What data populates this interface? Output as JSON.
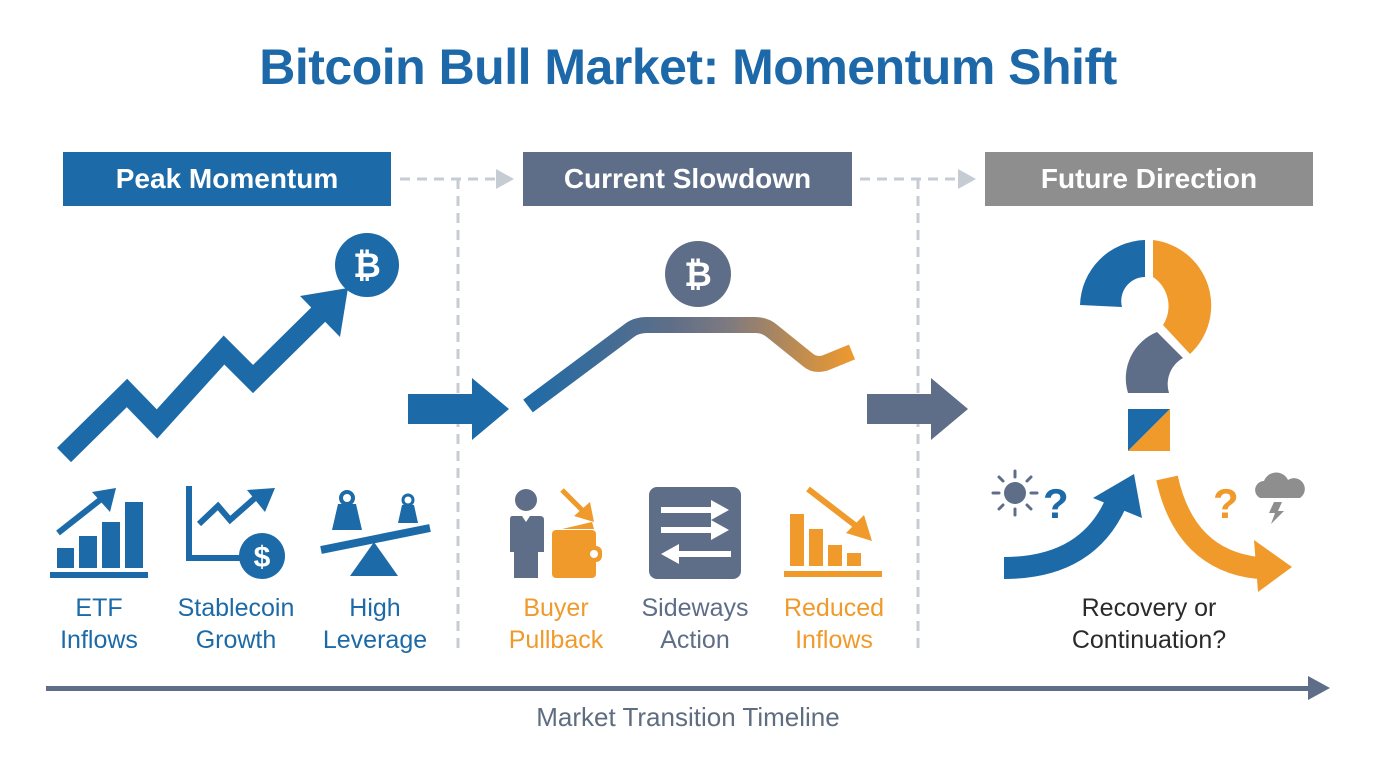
{
  "title": "Bitcoin Bull Market: Momentum Shift",
  "colors": {
    "blue": "#1c6aa8",
    "slate": "#5f6e88",
    "gray": "#8e8e8e",
    "orange": "#f09a2c",
    "connector": "#c5ccd4",
    "dark_text": "#2a2a2a"
  },
  "stages": [
    {
      "header": "Peak Momentum",
      "icon": "rising-zigzag-arrow-with-bitcoin-icon",
      "factors": [
        {
          "label": "ETF\nInflows",
          "icon": "rising-bar-chart-icon"
        },
        {
          "label": "Stablecoin\nGrowth",
          "icon": "line-chart-dollar-icon"
        },
        {
          "label": "High\nLeverage",
          "icon": "seesaw-weights-icon"
        }
      ]
    },
    {
      "header": "Current Slowdown",
      "icon": "flattening-curve-with-bitcoin-icon",
      "factors": [
        {
          "label": "Buyer\nPullback",
          "icon": "person-wallet-down-arrow-icon"
        },
        {
          "label": "Sideways\nAction",
          "icon": "sideways-arrows-icon"
        },
        {
          "label": "Reduced\nInflows",
          "icon": "declining-bar-chart-icon"
        }
      ]
    },
    {
      "header": "Future Direction",
      "icon": "split-question-mark-icon",
      "outcome_label": "Recovery or\nContinuation?",
      "scenarios": [
        {
          "name": "recovery",
          "icon": "sun-question-up-arrow-icon"
        },
        {
          "name": "continuation",
          "icon": "storm-question-down-arrow-icon"
        }
      ]
    }
  ],
  "timeline": {
    "label": "Market Transition Timeline"
  }
}
